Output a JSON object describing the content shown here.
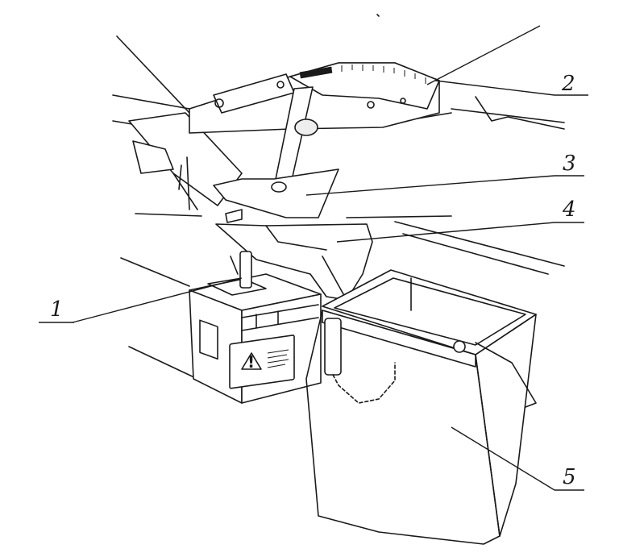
{
  "diagram": {
    "callouts": [
      {
        "id": "1",
        "label": "1",
        "target": "control-unit"
      },
      {
        "id": "2",
        "label": "2",
        "target": "calibration-scale"
      },
      {
        "id": "3",
        "label": "3",
        "target": "metering-shutter"
      },
      {
        "id": "4",
        "label": "4",
        "target": "collecting-chute"
      },
      {
        "id": "5",
        "label": "5",
        "target": "collection-bucket"
      }
    ],
    "warning_symbol": "!",
    "colors": {
      "ink": "#1a1a1a",
      "chute_fill": "#cfcfcf",
      "granules": "#6e6e6e",
      "background": "#ffffff"
    }
  }
}
